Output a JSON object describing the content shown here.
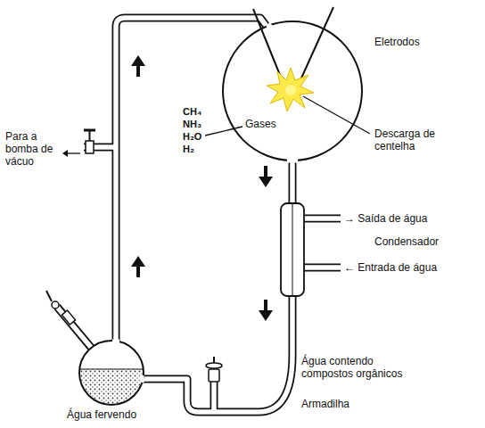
{
  "diagram": {
    "labels": [
      "Eletrodos",
      "CH₄",
      "NH₃",
      "H₂O",
      "H₂",
      "Gases",
      "Descarga de centelha",
      "Para a bomba de vácuo",
      "→ Saída de água",
      "Condensador",
      "← Entrada de água",
      "Água contendo compostos orgânicos",
      "Água fervendo",
      "Armadilha"
    ]
  }
}
